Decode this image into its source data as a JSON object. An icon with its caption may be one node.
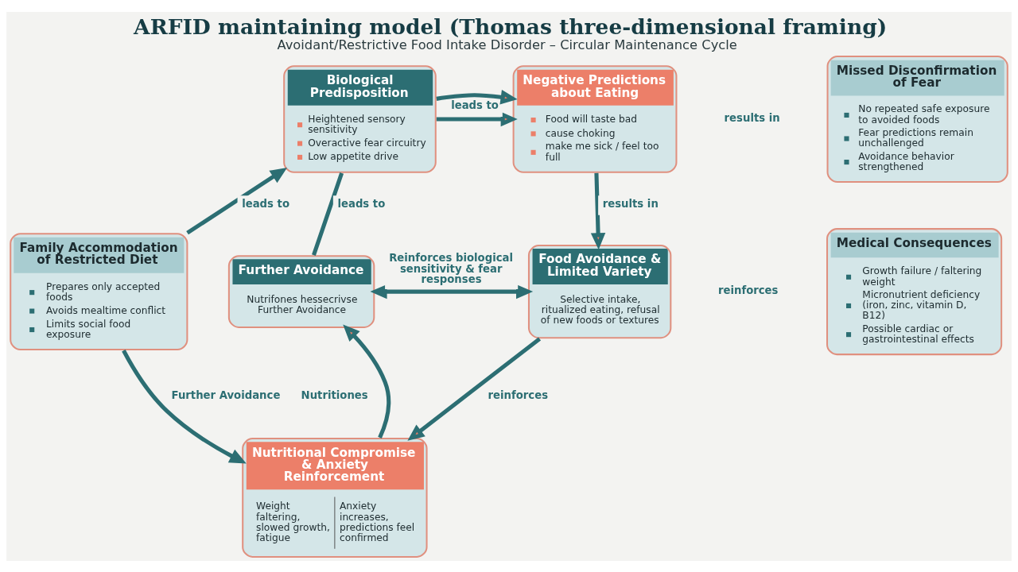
{
  "diagram": {
    "title": "ARFID maintaining model (Thomas three-dimensional framing)",
    "caption": "Avoidant/Restrictive Food Intake Disorder – Circular Maintenance Cycle",
    "nodes": [
      {
        "text": [
          "Biological Predisposition",
          "Heightened sensory sensitivity",
          "Overactive fear circuitry",
          "Low appetite drive"
        ]
      },
      {
        "text": [
          "Negative Predictions about Eating",
          "Food will taste bad",
          "cause choking",
          "make me sick / feel too full"
        ]
      },
      {
        "text": [
          "Missed Disconfirmation of Fear",
          "No repeated safe exposure to avoided foods",
          "Fear predictions remain unchallenged",
          "Avoidance behavior strengthened"
        ]
      },
      {
        "text": [
          "Family Accommodation of Restricted Diet",
          "Prepares only accepted foods",
          "Avoids mealtime conflict",
          "Limits social food exposure"
        ]
      },
      {
        "text": [
          "Further Avoidance",
          "Nutrifones hessecrivse Further Avoidance"
        ]
      },
      {
        "text": [
          "Food Avoidance & Limited Variety",
          "Selective intake, ritualized eating, refusal of new foods or textures"
        ]
      },
      {
        "text": [
          "Medical Consequences",
          "Growth failure / faltering weight",
          "Micronutrient deficiency (iron, zinc, vitamin D, B12)",
          "Possible cardiac or gastrointestinal effects"
        ]
      },
      {
        "text": [
          "Nutritional Compromise & Anxiety Reinforcement",
          "Weight faltering, slowed growth, fatigue",
          "Anxiety increases, predictions feel confirmed"
        ]
      }
    ],
    "edges": [
      {
        "from": 3,
        "to": 0,
        "arrow": "to",
        "label": "leads to"
      },
      {
        "from": 0,
        "to": 1,
        "arrow": "to",
        "label": "leads to"
      },
      {
        "from": 0,
        "to": 1,
        "arrow": "to"
      },
      {
        "from": 1,
        "to": 5,
        "arrow": "to",
        "label": "results in"
      },
      {
        "from": 5,
        "to": 7,
        "arrow": "to",
        "label": "reinforces"
      },
      {
        "from": 7,
        "to": 4,
        "arrow": "to"
      },
      {
        "from": 4,
        "to": 0,
        "arrow": "none",
        "label": "leads to"
      },
      {
        "from": 4,
        "to": 5,
        "arrow": "both",
        "label": "Reinforces biological sensitivity & fear responses"
      },
      {
        "from": 3,
        "to": 7,
        "arrow": "to",
        "label": "Further Avoidance"
      }
    ],
    "labels": [
      "results in",
      "reinforces",
      "Nutritiones"
    ]
  }
}
